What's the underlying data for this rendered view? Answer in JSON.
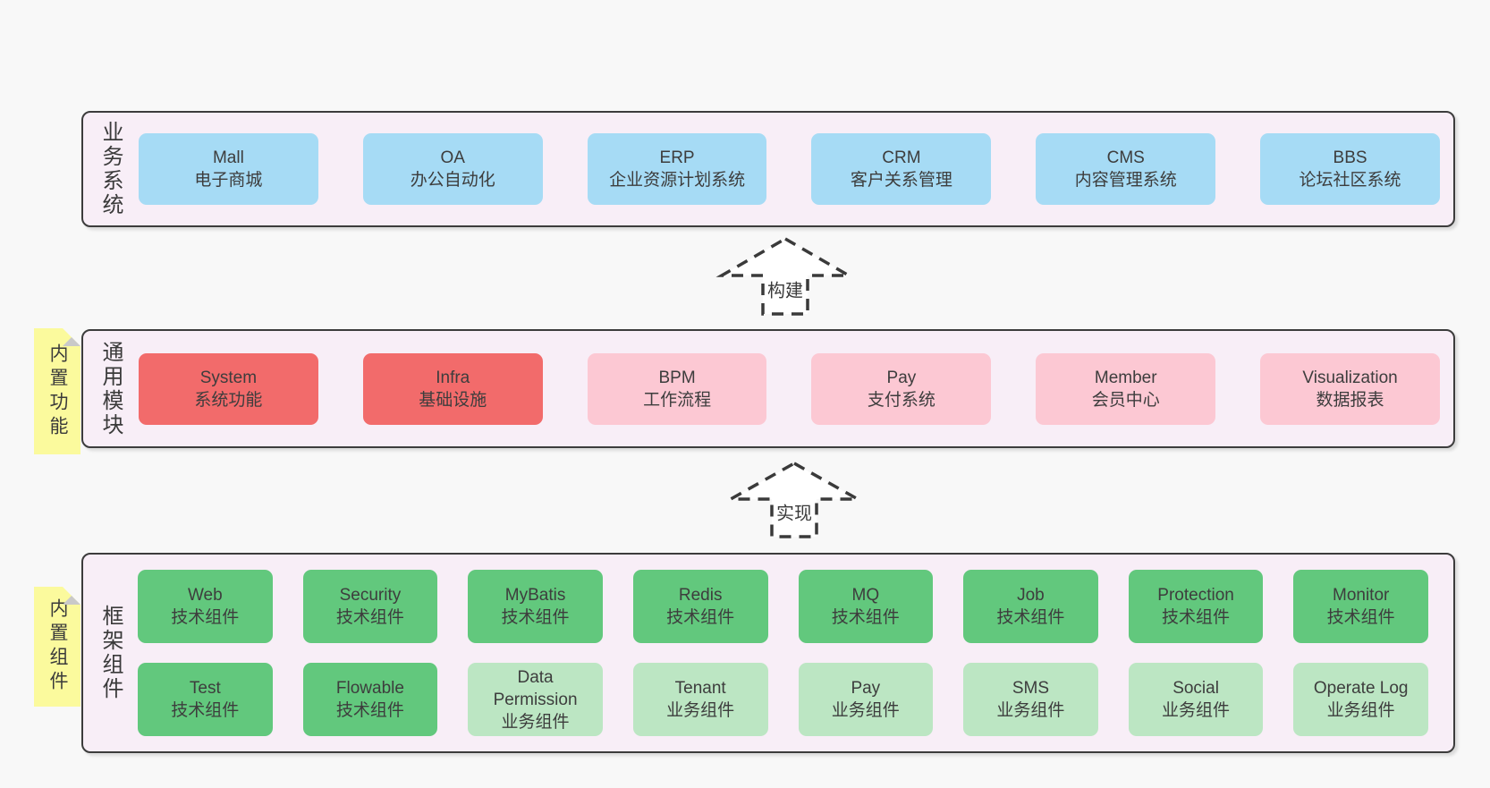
{
  "colors": {
    "page_bg": "#f8f8f8",
    "band_bg": "#f8eef7",
    "band_border": "#3c3c3c",
    "note_bg": "#fbfa9d",
    "note_fold": "#c9c9c9",
    "text": "#3d3d3d",
    "blue": "#a6dbf5",
    "red": "#f26b6b",
    "pink": "#fcc8d3",
    "green": "#62c87d",
    "lightgreen": "#bce6c3"
  },
  "bands": [
    {
      "label": "业务系统",
      "rows": [
        [
          {
            "name": "Mall",
            "desc": "电子商城",
            "type": "blue"
          },
          {
            "name": "OA",
            "desc": "办公自动化",
            "type": "blue"
          },
          {
            "name": "ERP",
            "desc": "企业资源计划系统",
            "type": "blue"
          },
          {
            "name": "CRM",
            "desc": "客户关系管理",
            "type": "blue"
          },
          {
            "name": "CMS",
            "desc": "内容管理系统",
            "type": "blue"
          },
          {
            "name": "BBS",
            "desc": "论坛社区系统",
            "type": "blue"
          }
        ]
      ]
    },
    {
      "label": "通用模块",
      "note": "内置功能",
      "rows": [
        [
          {
            "name": "System",
            "desc": "系统功能",
            "type": "red"
          },
          {
            "name": "Infra",
            "desc": "基础设施",
            "type": "red"
          },
          {
            "name": "BPM",
            "desc": "工作流程",
            "type": "pink"
          },
          {
            "name": "Pay",
            "desc": "支付系统",
            "type": "pink"
          },
          {
            "name": "Member",
            "desc": "会员中心",
            "type": "pink"
          },
          {
            "name": "Visualization",
            "desc": "数据报表",
            "type": "pink"
          }
        ]
      ]
    },
    {
      "label": "框架组件",
      "note": "内置组件",
      "rows": [
        [
          {
            "name": "Web",
            "desc": "技术组件",
            "type": "green"
          },
          {
            "name": "Security",
            "desc": "技术组件",
            "type": "green"
          },
          {
            "name": "MyBatis",
            "desc": "技术组件",
            "type": "green"
          },
          {
            "name": "Redis",
            "desc": "技术组件",
            "type": "green"
          },
          {
            "name": "MQ",
            "desc": "技术组件",
            "type": "green"
          },
          {
            "name": "Job",
            "desc": "技术组件",
            "type": "green"
          },
          {
            "name": "Protection",
            "desc": "技术组件",
            "type": "green"
          },
          {
            "name": "Monitor",
            "desc": "技术组件",
            "type": "green"
          }
        ],
        [
          {
            "name": "Test",
            "desc": "技术组件",
            "type": "green"
          },
          {
            "name": "Flowable",
            "desc": "技术组件",
            "type": "green"
          },
          {
            "name": "Data Permission",
            "desc": "业务组件",
            "type": "lightgreen"
          },
          {
            "name": "Tenant",
            "desc": "业务组件",
            "type": "lightgreen"
          },
          {
            "name": "Pay",
            "desc": "业务组件",
            "type": "lightgreen"
          },
          {
            "name": "SMS",
            "desc": "业务组件",
            "type": "lightgreen"
          },
          {
            "name": "Social",
            "desc": "业务组件",
            "type": "lightgreen"
          },
          {
            "name": "Operate Log",
            "desc": "业务组件",
            "type": "lightgreen"
          }
        ]
      ]
    }
  ],
  "arrows": [
    {
      "label": "构建"
    },
    {
      "label": "实现"
    }
  ]
}
